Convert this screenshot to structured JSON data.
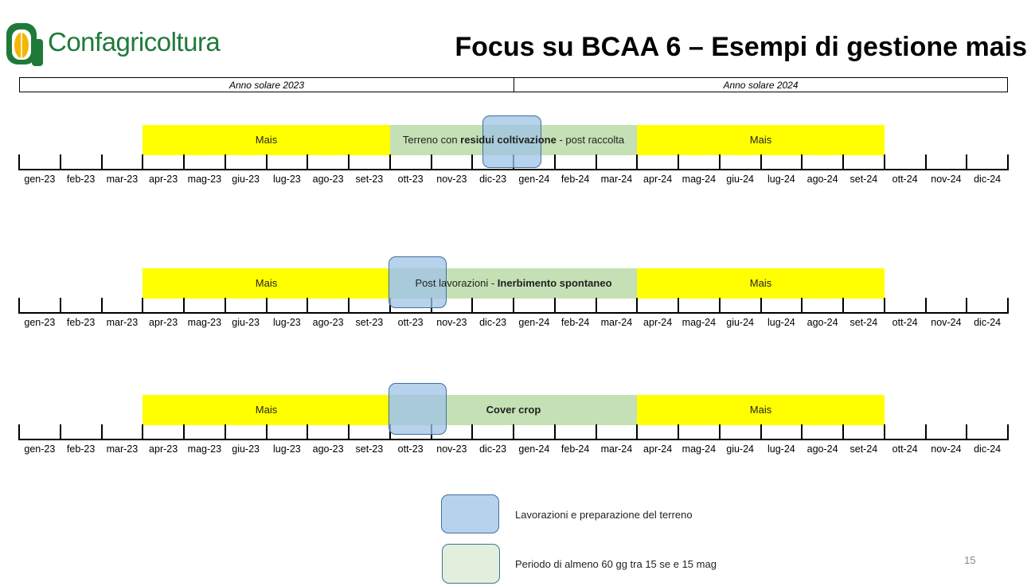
{
  "logo": {
    "text": "Confagricoltura"
  },
  "title": "Focus su BCAA 6 – Esempi di gestione mais",
  "years": [
    "Anno solare 2023",
    "Anno solare 2024"
  ],
  "months": [
    "gen-23",
    "feb-23",
    "mar-23",
    "apr-23",
    "mag-23",
    "giu-23",
    "lug-23",
    "ago-23",
    "set-23",
    "ott-23",
    "nov-23",
    "dic-23",
    "gen-24",
    "feb-24",
    "mar-24",
    "apr-24",
    "mag-24",
    "giu-24",
    "lug-24",
    "ago-24",
    "set-24",
    "ott-24",
    "nov-24",
    "dic-24"
  ],
  "rows": [
    {
      "mais1": "Mais",
      "middle_pre": "Terreno con ",
      "middle_bold": "residui coltivazione",
      "middle_post": " - post raccolta",
      "mais2": "Mais"
    },
    {
      "mais1": "Mais",
      "middle_pre": "Post lavorazioni - ",
      "middle_bold": "Inerbimento spontaneo",
      "middle_post": "",
      "mais2": "Mais"
    },
    {
      "mais1": "Mais",
      "middle_pre": "",
      "middle_bold": "Cover crop",
      "middle_post": "",
      "mais2": "Mais"
    }
  ],
  "legend": {
    "blue": "Lavorazioni e preparazione del terreno",
    "green": "Periodo di almeno 60 gg tra 15 se e 15 mag"
  },
  "page_number": "15",
  "colors": {
    "yellow": "#ffff00",
    "green": "#c5e0b4",
    "blue": "#9dc3e6",
    "brand": "#1f7a3a"
  }
}
